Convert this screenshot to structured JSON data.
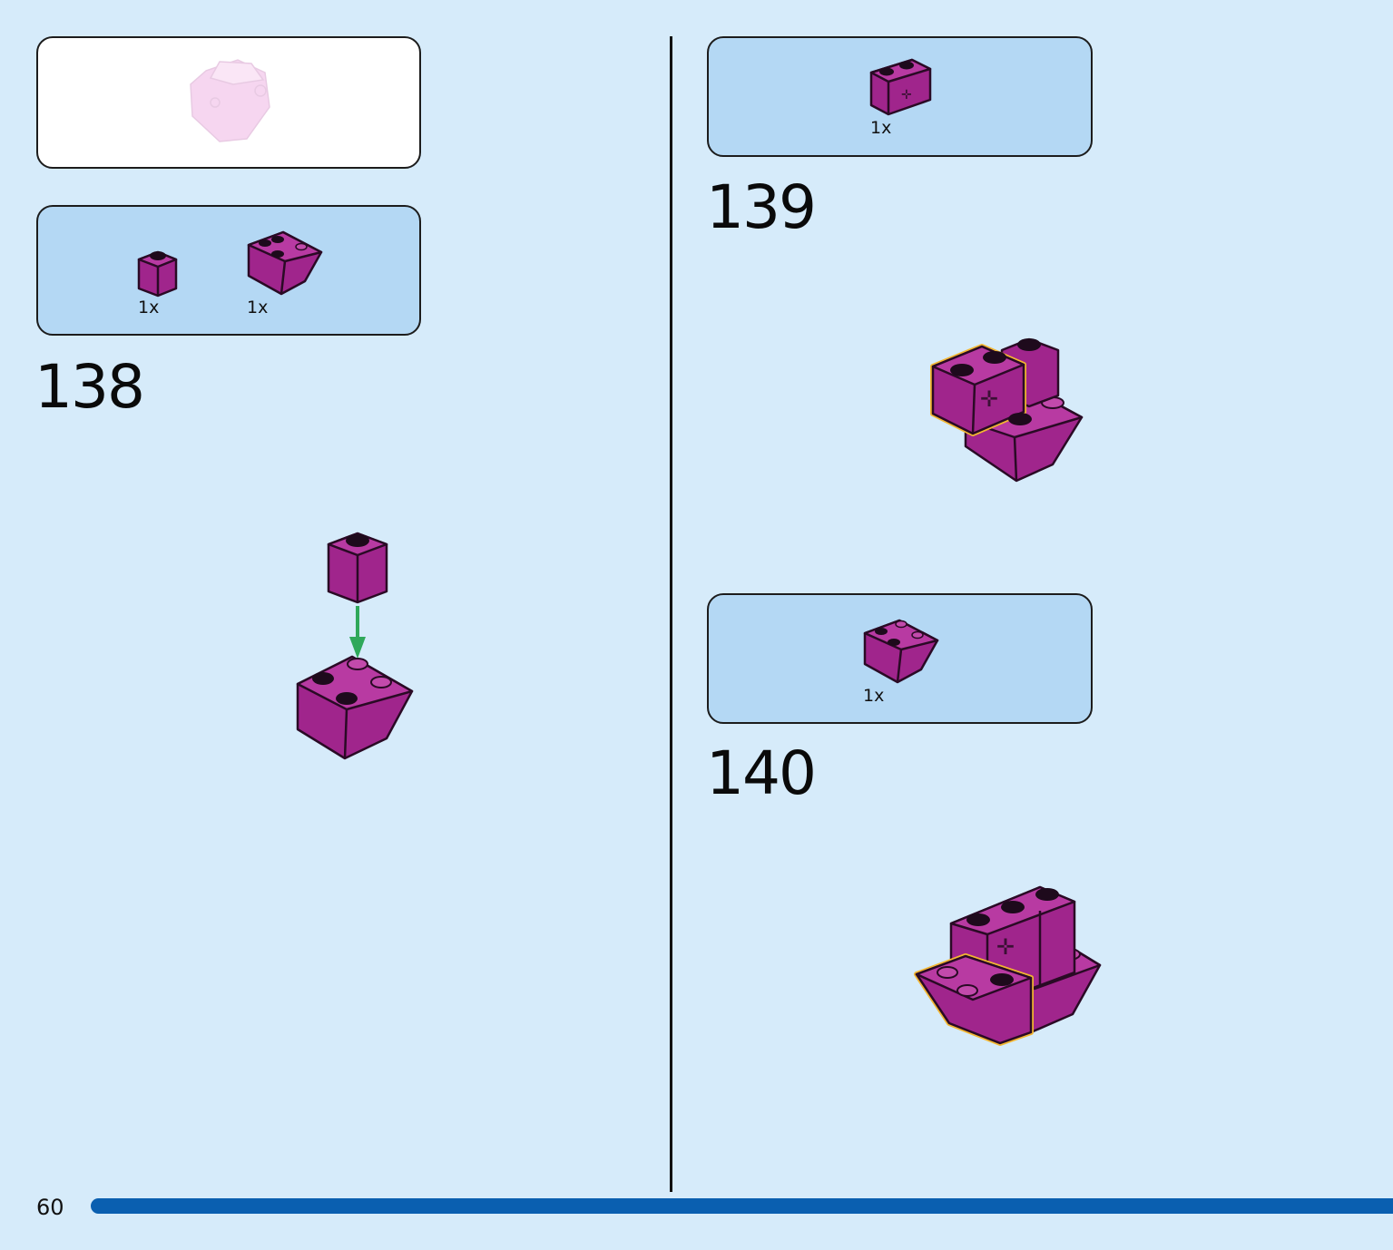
{
  "page": {
    "number": "60"
  },
  "colors": {
    "background": "#d6ebfa",
    "parts_box": "#b4d8f4",
    "brick": "#a0258c",
    "progress": "#0a5fb0",
    "highlight": "#f2b632",
    "arrow": "#2fa85a"
  },
  "left": {
    "preview": {
      "icon": "completed-submodel-ghost-icon"
    },
    "parts": [
      {
        "qty": "1x",
        "icon": "brick-1x1-magenta-icon"
      },
      {
        "qty": "1x",
        "icon": "slope-inverted-2x2-magenta-icon"
      }
    ],
    "step": {
      "number": "138"
    }
  },
  "right": {
    "step139": {
      "number": "139",
      "parts": [
        {
          "qty": "1x",
          "icon": "brick-1x2-axle-hole-magenta-icon"
        }
      ]
    },
    "step140": {
      "number": "140",
      "parts": [
        {
          "qty": "1x",
          "icon": "slope-inverted-2x2-magenta-icon"
        }
      ]
    }
  }
}
